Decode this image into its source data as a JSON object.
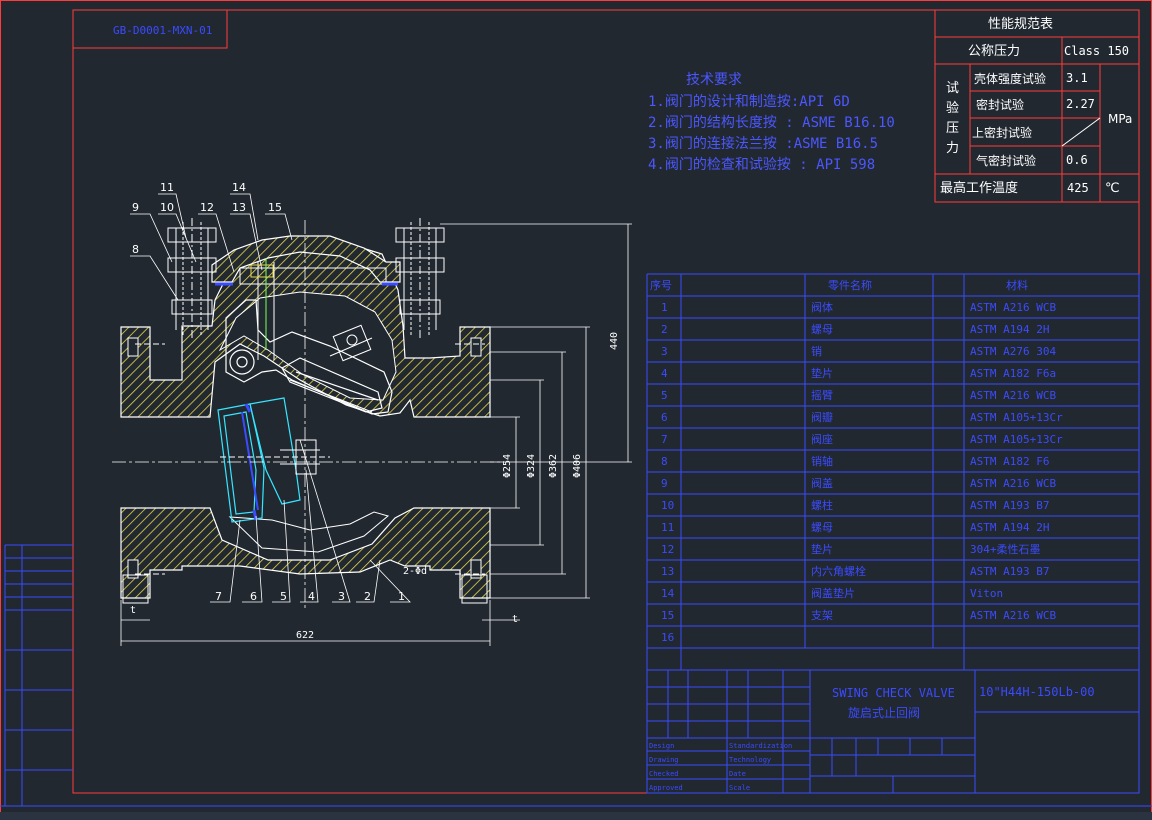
{
  "drawing_code": "GB-D0001-MXN-01",
  "tech_requirements": {
    "title": "技术要求",
    "items": [
      "1.阀门的设计和制造按:API 6D",
      "2.阀门的结构长度按 : ASME B16.10",
      "3.阀门的连接法兰按 :ASME B16.5",
      "4.阀门的检查和试验按 : API 598"
    ]
  },
  "performance_table": {
    "title": "性能规范表",
    "nominal_pressure_label": "公称压力",
    "nominal_pressure_value": "Class 150",
    "test_pressure_label": [
      "试",
      "验",
      "压",
      "力"
    ],
    "rows": [
      {
        "label": "壳体强度试验",
        "value": "3.1"
      },
      {
        "label": "密封试验",
        "value": "2.27"
      },
      {
        "label": "上密封试验",
        "value": ""
      },
      {
        "label": "气密封试验",
        "value": "0.6"
      }
    ],
    "unit": "MPa",
    "max_temp_label": "最高工作温度",
    "max_temp_value": "425",
    "max_temp_unit": "℃"
  },
  "parts_table": {
    "headers": [
      "序号",
      "零件名称",
      "材料"
    ],
    "rows": [
      {
        "no": "1",
        "name": "阀体",
        "material": "ASTM A216 WCB"
      },
      {
        "no": "2",
        "name": "螺母",
        "material": "ASTM A194 2H"
      },
      {
        "no": "3",
        "name": "销",
        "material": "ASTM A276 304"
      },
      {
        "no": "4",
        "name": "垫片",
        "material": "ASTM A182 F6a"
      },
      {
        "no": "5",
        "name": "摇臂",
        "material": "ASTM A216 WCB"
      },
      {
        "no": "6",
        "name": "阀瓣",
        "material": "ASTM A105+13Cr"
      },
      {
        "no": "7",
        "name": "阀座",
        "material": "ASTM A105+13Cr"
      },
      {
        "no": "8",
        "name": "销轴",
        "material": "ASTM A182 F6"
      },
      {
        "no": "9",
        "name": "阀盖",
        "material": "ASTM A216 WCB"
      },
      {
        "no": "10",
        "name": "螺柱",
        "material": "ASTM A193 B7"
      },
      {
        "no": "11",
        "name": "螺母",
        "material": "ASTM A194 2H"
      },
      {
        "no": "12",
        "name": "垫片",
        "material": "304+柔性石墨"
      },
      {
        "no": "13",
        "name": "内六角螺栓",
        "material": "ASTM A193 B7"
      },
      {
        "no": "14",
        "name": "阀盖垫片",
        "material": "Viton"
      },
      {
        "no": "15",
        "name": "支架",
        "material": "ASTM A216 WCB"
      },
      {
        "no": "16",
        "name": "",
        "material": ""
      }
    ]
  },
  "title_block": {
    "name_en": "SWING CHECK VALVE",
    "name_cn": "旋启式止回阀",
    "code": "10\"H44H-150Lb-00",
    "left_rows": [
      "Design",
      "Drawing",
      "Checked",
      "Approved"
    ],
    "left_rows2": [
      "Standardization",
      "Technology",
      "Date",
      "Scale"
    ]
  },
  "leaders_top": [
    "11",
    "10",
    "9",
    "8",
    "12",
    "14",
    "13",
    "15"
  ],
  "leaders_bottom": [
    "7",
    "6",
    "5",
    "4",
    "3",
    "2",
    "1"
  ],
  "dimensions": {
    "length": "622",
    "height": "440",
    "d1": "Φ254",
    "d2": "Φ324",
    "d3": "Φ362",
    "d4": "Φ406",
    "holes": "2-Φd",
    "flange_t": "t"
  }
}
